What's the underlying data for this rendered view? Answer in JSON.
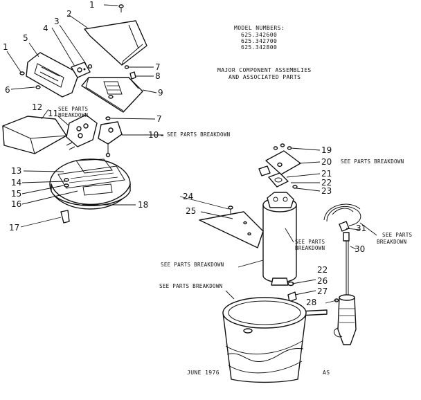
{
  "model_numbers": {
    "heading": "MODEL NUMBERS:",
    "items": [
      "625.342600",
      "625.342700",
      "625.342800"
    ]
  },
  "subtitle_lines": [
    "MAJOR COMPONENT ASSEMBLIES",
    "AND ASSOCIATED PARTS"
  ],
  "see_parts_breakdown": "SEE PARTS BREAKDOWN",
  "see_parts_split": [
    "SEE PARTS",
    "BREAKDOWN"
  ],
  "footer": {
    "date": "JUNE 1976",
    "code": "AS"
  },
  "callouts": {
    "c1a": "1",
    "c1b": "1",
    "c2": "2",
    "c3": "3",
    "c4": "4",
    "c5": "5",
    "c6": "6",
    "c7a": "7",
    "c7b": "7",
    "c8": "8",
    "c9": "9",
    "c10": "10",
    "c11": "11",
    "c12": "12",
    "c13": "13",
    "c14": "14",
    "c15": "15",
    "c16": "16",
    "c17": "17",
    "c18": "18",
    "c19": "19",
    "c20": "20",
    "c21": "21",
    "c22a": "22",
    "c22b": "22",
    "c23": "23",
    "c24": "24",
    "c25": "25",
    "c26": "26",
    "c27": "27",
    "c28": "28",
    "c30": "30",
    "c31": "31"
  },
  "colors": {
    "ink": "#111111",
    "paper": "#ffffff"
  }
}
